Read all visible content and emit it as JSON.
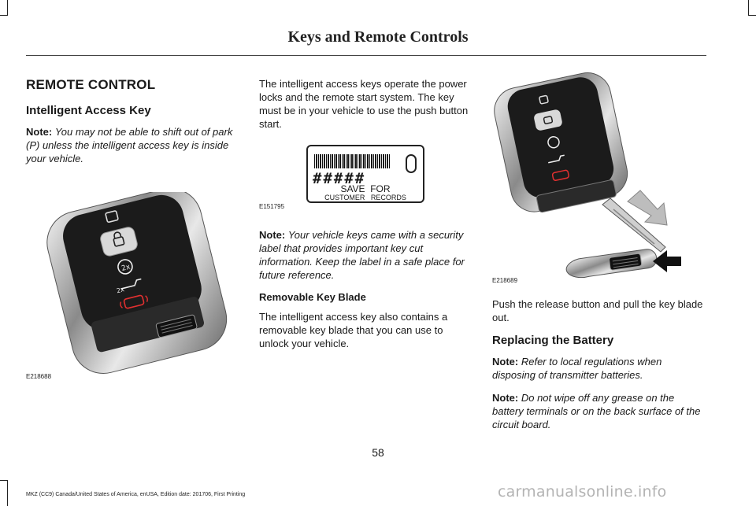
{
  "header": {
    "title": "Keys and Remote Controls"
  },
  "col1": {
    "section_title": "REMOTE CONTROL",
    "subsection_title": "Intelligent Access Key",
    "note_label": "Note:",
    "note_text": "You may not be able to shift out of park (P) unless the intelligent access key is inside your vehicle.",
    "figure_code": "E218688"
  },
  "col2": {
    "para1": "The intelligent access keys operate the power locks and the remote start system. The key must be in your vehicle to use the push button start.",
    "label": {
      "hashes": "#####",
      "save_for": "SAVE  FOR",
      "customer_records": "CUSTOMER   RECORDS"
    },
    "figure_code": "E151795",
    "note_label": "Note:",
    "note_text": " Your vehicle keys came with a security label that provides important key cut information.  Keep the label in a safe place for future reference.",
    "heading": "Removable Key Blade",
    "para2": "The intelligent access key also contains a removable key blade that you can use to unlock your vehicle."
  },
  "col3": {
    "figure_code": "E218689",
    "para1": "Push the release button and pull the key blade out.",
    "subsection_title": "Replacing the Battery",
    "note1_label": "Note:",
    "note1_text": "Refer to local regulations when disposing of transmitter batteries.",
    "note2_label": "Note:",
    "note2_text": "Do not wipe off any grease on the battery terminals or on the back surface of the circuit board."
  },
  "footer": {
    "page_number": "58",
    "edition_note": "MKZ (CC9) Canada/United States of America, enUSA, Edition date: 201706, First Printing"
  },
  "watermark": "carmanualsonline.info"
}
